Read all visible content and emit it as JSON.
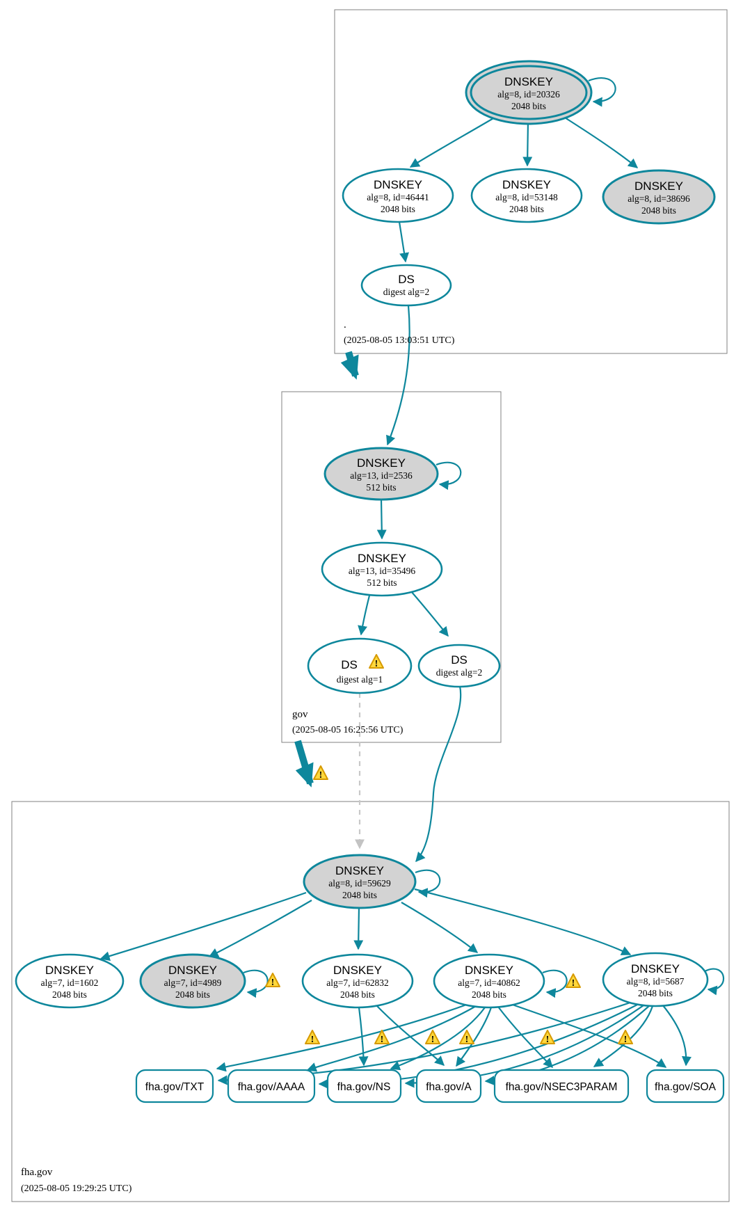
{
  "diagram_type": "DNSSEC authentication chain graph (DNSViz style)",
  "colors": {
    "edge_teal": "#0e879c",
    "node_gray_fill": "#d3d3d3",
    "node_white_fill": "#ffffff",
    "zone_box_border": "#828282",
    "dashed_invalid_edge": "#c8c8c8",
    "warning_fill": "#ffd83d",
    "warning_border": "#d69a00"
  },
  "icons": {
    "warning_glyph": "!"
  },
  "zones": [
    {
      "label": ".",
      "timestamp": "(2025-08-05 13:03:51 UTC)",
      "nodes": [
        {
          "title": "DNSKEY",
          "detail": "alg=8, id=20326",
          "size": "2048 bits"
        },
        {
          "title": "DNSKEY",
          "detail": "alg=8, id=46441",
          "size": "2048 bits"
        },
        {
          "title": "DNSKEY",
          "detail": "alg=8, id=53148",
          "size": "2048 bits"
        },
        {
          "title": "DNSKEY",
          "detail": "alg=8, id=38696",
          "size": "2048 bits"
        },
        {
          "title": "DS",
          "detail": "digest alg=2"
        }
      ]
    },
    {
      "label": "gov",
      "timestamp": "(2025-08-05 16:25:56 UTC)",
      "nodes": [
        {
          "title": "DNSKEY",
          "detail": "alg=13, id=2536",
          "size": "512 bits"
        },
        {
          "title": "DNSKEY",
          "detail": "alg=13, id=35496",
          "size": "512 bits"
        },
        {
          "title": "DS",
          "detail": "digest alg=1",
          "warning": true
        },
        {
          "title": "DS",
          "detail": "digest alg=2"
        }
      ]
    },
    {
      "label": "fha.gov",
      "timestamp": "(2025-08-05 19:29:25 UTC)",
      "nodes": [
        {
          "title": "DNSKEY",
          "detail": "alg=8, id=59629",
          "size": "2048 bits"
        },
        {
          "title": "DNSKEY",
          "detail": "alg=7, id=1602",
          "size": "2048 bits"
        },
        {
          "title": "DNSKEY",
          "detail": "alg=7, id=4989",
          "size": "2048 bits",
          "warning": true
        },
        {
          "title": "DNSKEY",
          "detail": "alg=7, id=62832",
          "size": "2048 bits"
        },
        {
          "title": "DNSKEY",
          "detail": "alg=7, id=40862",
          "size": "2048 bits",
          "warning": true
        },
        {
          "title": "DNSKEY",
          "detail": "alg=8, id=5687",
          "size": "2048 bits"
        }
      ],
      "rrsets": [
        {
          "label": "fha.gov/TXT"
        },
        {
          "label": "fha.gov/AAAA"
        },
        {
          "label": "fha.gov/NS"
        },
        {
          "label": "fha.gov/A"
        },
        {
          "label": "fha.gov/NSEC3PARAM"
        },
        {
          "label": "fha.gov/SOA"
        }
      ]
    }
  ]
}
